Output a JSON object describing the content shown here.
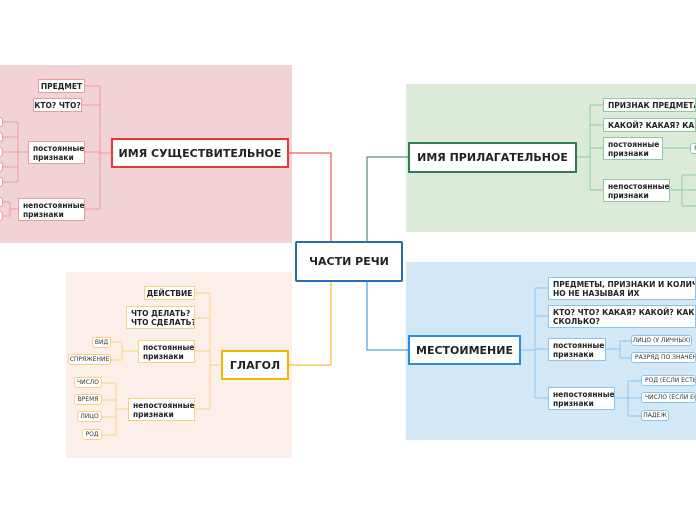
{
  "center": {
    "label": "ЧАСТИ РЕЧИ"
  },
  "noun": {
    "title": "ИМЯ СУЩЕСТВИТЕЛЬНОЕ",
    "items": [
      "ПРЕДМЕТ",
      "КТО? ЧТО?"
    ],
    "const": "постоянные\nпризнаки",
    "var": "непостоянные\nпризнаки"
  },
  "adj": {
    "title": "ИМЯ ПРИЛАГАТЕЛЬНОЕ",
    "items": [
      "ПРИЗНАК ПРЕДМЕТА",
      "КАКОЙ? КАКАЯ? КАКИЕ?"
    ],
    "const": "постоянные\nпризнаки",
    "const_leaf": "Р",
    "var": "непостоянные\nпризнаки"
  },
  "verb": {
    "title": "ГЛАГОЛ",
    "items": [
      "ДЕЙСТВИЕ",
      "ЧТО ДЕЛАТЬ?\nЧТО СДЕЛАТЬ?"
    ],
    "const": "постоянные\nпризнаки",
    "const_leaves": [
      "ВИД",
      "СПРЯЖЕНИЕ"
    ],
    "var": "непостоянные\nпризнаки",
    "var_leaves": [
      "ЧИСЛО",
      "ВРЕМЯ",
      "ЛИЦО",
      "РОД"
    ]
  },
  "pron": {
    "title": "МЕСТОИМЕНИЕ",
    "items": [
      "ПРЕДМЕТЫ, ПРИЗНАКИ И КОЛИЧЕСТВО,\nНО НЕ НАЗЫВАЯ ИХ",
      "КТО? ЧТО? КАКАЯ? КАКОЙ? КАКИЕ?\nСКОЛЬКО?"
    ],
    "const": "постоянные\nпризнаки",
    "const_leaves": [
      "ЛИЦО (У ЛИЧНЫХ)",
      "РАЗРЯД ПО ЗНАЧЕНИЮ"
    ],
    "var": "непостоянные\nпризнаки",
    "var_leaves": [
      "РОД (ЕСЛИ ЕСТЬ)",
      "ЧИСЛО (ЕСЛИ ЕСТЬ)",
      "ПАДЕЖ"
    ]
  },
  "colors": {
    "noun": "#e53935",
    "noun_bg": "#f2d3d5",
    "adj": "#2e7d4f",
    "adj_bg": "#dcebd8",
    "verb": "#f5b400",
    "verb_bg": "#fcefe9",
    "pron": "#2a8bd6",
    "pron_bg": "#d2e8f7",
    "center": "#2a6db0"
  }
}
